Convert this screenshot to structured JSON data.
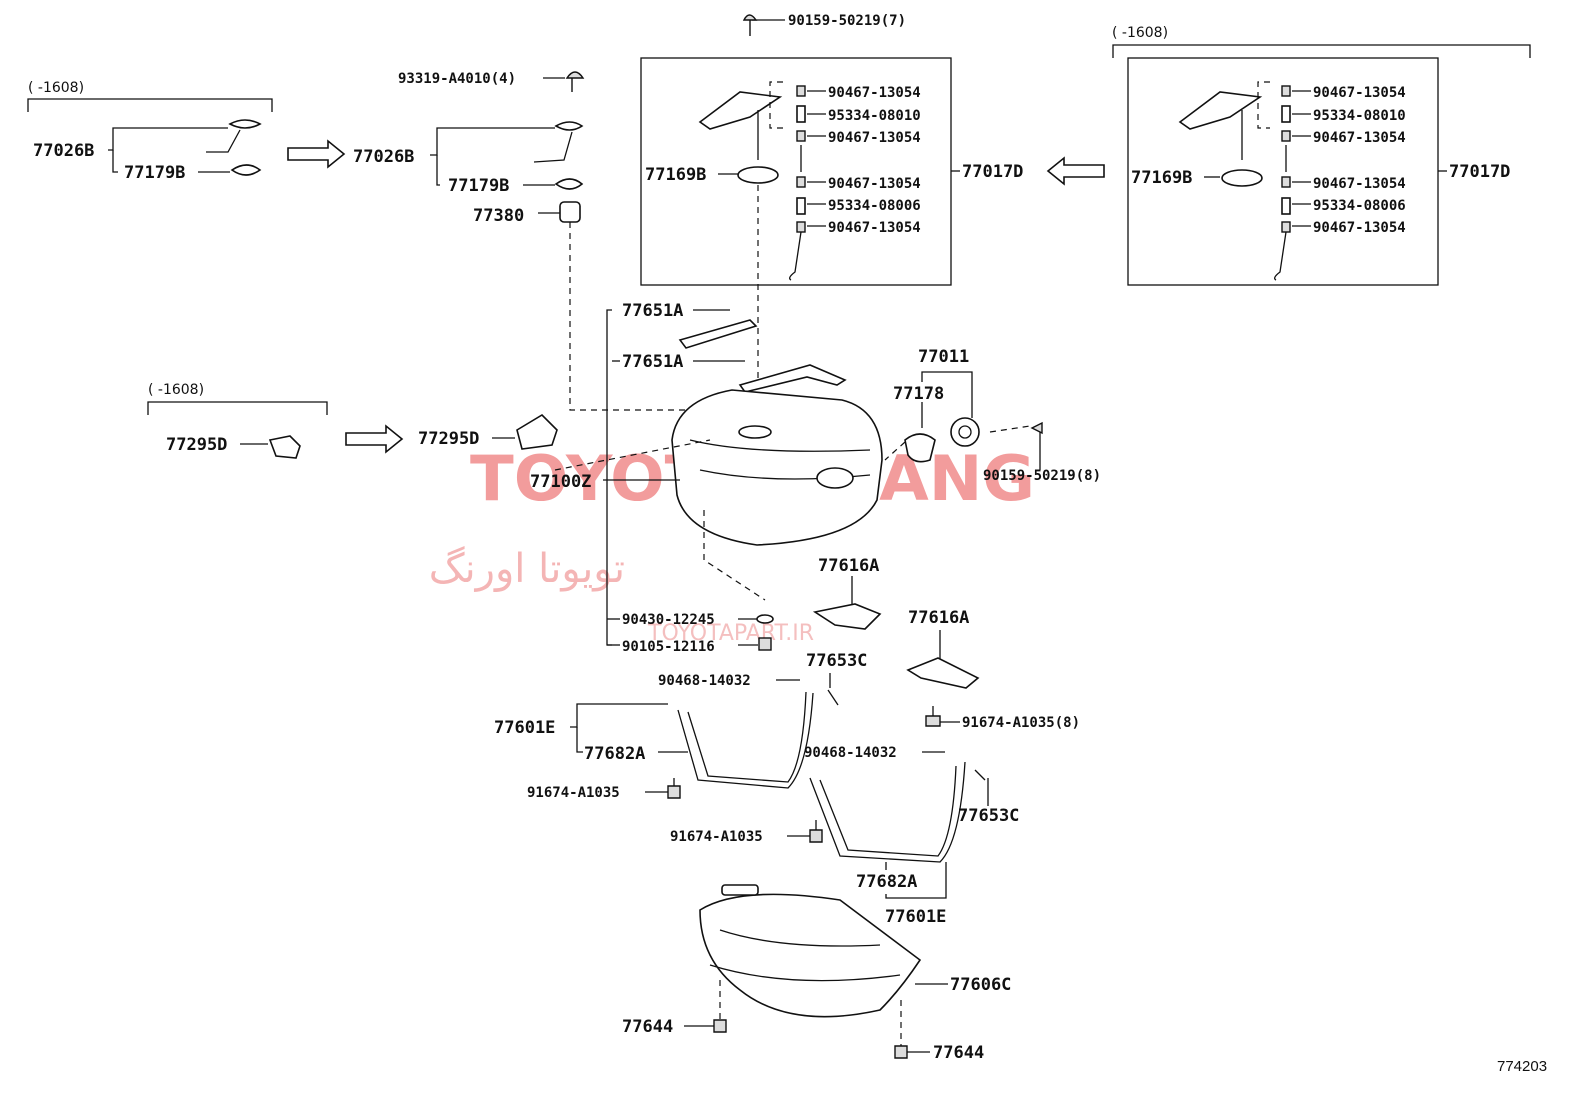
{
  "diagram_code": "774203",
  "watermark": {
    "brand": "TOYOTA ORANG",
    "farsi": "تویوتا اورنگ",
    "site": "TOYOTAPART.IR"
  },
  "range_note": "(    -1608)",
  "labels": {
    "p90159_50219_7": "90159-50219(7)",
    "p93319_A4010_4": "93319-A4010(4)",
    "p77026B_old": "77026B",
    "p77179B_old": "77179B",
    "p77026B": "77026B",
    "p77179B": "77179B",
    "p77380": "77380",
    "p77169B": "77169B",
    "p90467_13054_a": "90467-13054",
    "p95334_08010": "95334-08010",
    "p90467_13054_b": "90467-13054",
    "p90467_13054_c": "90467-13054",
    "p95334_08006": "95334-08006",
    "p90467_13054_d": "90467-13054",
    "p77017D": "77017D",
    "p77169B_old": "77169B",
    "p90467_13054_a_old": "90467-13054",
    "p95334_08010_old": "95334-08010",
    "p90467_13054_b_old": "90467-13054",
    "p90467_13054_c_old": "90467-13054",
    "p95334_08006_old": "95334-08006",
    "p90467_13054_d_old": "90467-13054",
    "p77017D_old": "77017D",
    "p77651A_1": "77651A",
    "p77651A_2": "77651A",
    "p77011": "77011",
    "p77178": "77178",
    "p90159_50219_8": "90159-50219(8)",
    "p77295D_old": "77295D",
    "p77295D": "77295D",
    "p77100Z": "77100Z",
    "p77616A_1": "77616A",
    "p77616A_2": "77616A",
    "p90430_12245": "90430-12245",
    "p90105_12116": "90105-12116",
    "p77653C_1": "77653C",
    "p90468_14032_1": "90468-14032",
    "p91674_A1035_8": "91674-A1035(8)",
    "p77601E_1": "77601E",
    "p77682A_1": "77682A",
    "p90468_14032_2": "90468-14032",
    "p91674_A1035_1": "91674-A1035",
    "p77653C_2": "77653C",
    "p91674_A1035_2": "91674-A1035",
    "p77682A_2": "77682A",
    "p77601E_2": "77601E",
    "p77606C": "77606C",
    "p77644_1": "77644",
    "p77644_2": "77644"
  }
}
